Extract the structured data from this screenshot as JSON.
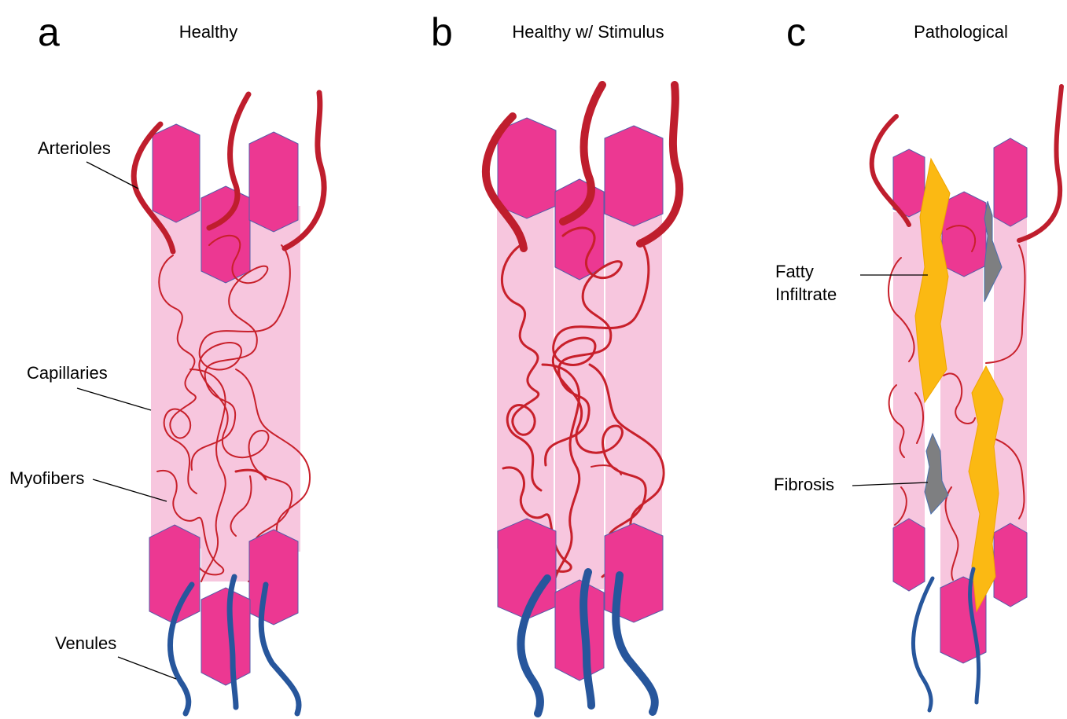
{
  "panels": [
    {
      "letter": "a",
      "title": "Healthy"
    },
    {
      "letter": "b",
      "title": "Healthy w/ Stimulus"
    },
    {
      "letter": "c",
      "title": "Pathological"
    }
  ],
  "labels": {
    "arterioles": "Arterioles",
    "capillaries": "Capillaries",
    "myofibers": "Myofibers",
    "venules": "Venules",
    "fatty_line1": "Fatty",
    "fatty_line2": "Infiltrate",
    "fibrosis": "Fibrosis"
  },
  "colors": {
    "myofiber": "#f7c6de",
    "fiber_end_hexagon": "#ec3892",
    "arteriole": "#bf1e2d",
    "capillary": "#c8202b",
    "venule": "#27569c",
    "fatty_infiltrate": "#fbb913",
    "fibrosis": "#7e7f81"
  }
}
